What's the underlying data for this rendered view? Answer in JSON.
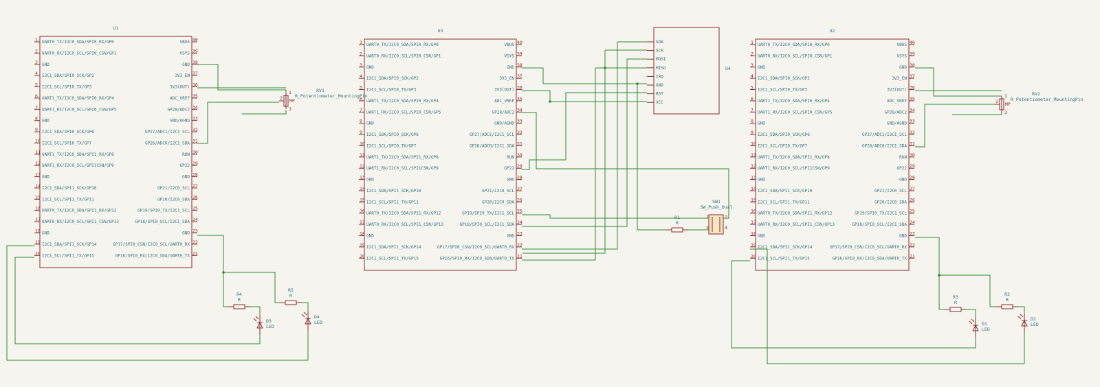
{
  "picos": [
    {
      "ref": "U1",
      "left": [
        "UART0_TX/I2C0_SDA/SPI0_RX/GP0",
        "UART0_RX/I2C0_SCL/SPI0_CSN/GP1",
        "GND",
        "I2C1_SDA/SPI0_SCK/GP2",
        "I2C1_SCL/SPI0_TX/GP3",
        "UART1_TX/I2C0_SDA/SPI0_RX/GP4",
        "UART1_RX/I2C0_SCL/SPI0_CSN/GP5",
        "GND",
        "I2C1_SDA/SPI0_SCK/GP6",
        "I2C1_SCL/SPI0_TX/GP7",
        "UART1_TX/I2C0_SDA/SPI1_RX/GP8",
        "UART1_RX/I2C0_SCL/SPI1CSN/GP9",
        "GND",
        "I2C1_SDA/SPI1_SCK/GP10",
        "I2C1_SCL/SPI1_TX/GP11",
        "UART0_TX/I2C0_SDA/SPI1_RX/GP12",
        "UART0_RX/I2C0_SCL/SPI1_CSN/GP13",
        "GND",
        "I2C1_SDA/SPI1_SCK/GP14",
        "I2C1_SCL/SPI1_TX/GP15"
      ],
      "right": [
        "VBUS",
        "VSYS",
        "GND",
        "3V3_EN",
        "3V3(OUT)",
        "ADC_VREF",
        "GP28/ADC2",
        "GND/AGND",
        "GP27/ADC1/I2C1_SCL",
        "GP26/ADC0/I2C1_SDA",
        "RUN",
        "GP22",
        "GND",
        "GP21/I2C0_SCL",
        "GP20/I2C0_SDA",
        "GP19/SPI0_TX/I2C1_SCL",
        "GP18/SPI0_SCL/I2C1_SDA",
        "GND",
        "GP17/SPI0_CSN/I2C0_SCL/UART0_RX",
        "GP16/SPI0_RX/I2C0_SDA/UART0_TX"
      ]
    },
    {
      "ref": "U3",
      "left": [
        "UART0_TX/I2C0_SDA/SPI0_RX/GP0",
        "UART0_RX/I2C0_SCL/SPI0_CSN/GP1",
        "GND",
        "I2C1_SDA/SPI0_SCK/GP2",
        "I2C1_SCL/SPI0_TX/GP3",
        "UART1_TX/I2C0_SDA/SPI0_RX/GP4",
        "UART1_RX/I2C0_SCL/SPI0_CSN/GP5",
        "GND",
        "I2C1_SDA/SPI0_SCK/GP6",
        "I2C1_SCL/SPI0_TX/GP7",
        "UART1_TX/I2C0_SDA/SPI1_RX/GP8",
        "UART1_RX/I2C0_SCL/SPI1CSN/GP9",
        "GND",
        "I2C1_SDA/SPI1_SCK/GP10",
        "I2C1_SCL/SPI1_TX/GP11",
        "UART0_TX/I2C0_SDA/SPI1_RX/GP12",
        "UART0_RX/I2C0_SCL/SPI1_CSN/GP13",
        "GND",
        "I2C1_SDA/SPI1_SCK/GP14",
        "I2C1_SCL/SPI1_TX/GP15"
      ],
      "right": [
        "VBUS",
        "VSYS",
        "GND",
        "3V3_EN",
        "3V3(OUT)",
        "ADC_VREF",
        "GP28/ADC2",
        "GND/AGND",
        "GP27/ADC1/I2C1_SCL",
        "GP26/ADC0/I2C1_SDA",
        "RUN",
        "GP22",
        "GND",
        "GP21/I2C0_SCL",
        "GP20/I2C0_SDA",
        "GP19/SPI0_TX/I2C1_SCL",
        "GP18/SPI0_SCL/I2C1_SDA",
        "GND",
        "GP17/SPI0_CSN/I2C0_SCL/UART0_RX",
        "GP16/SPI0_RX/I2C0_SDA/UART0_TX"
      ]
    },
    {
      "ref": "U2",
      "left": [
        "UART0_TX/I2C0_SDA/SPI0_RX/GP0",
        "UART0_RX/I2C0_SCL/SPI0_CSN/GP1",
        "GND",
        "I2C1_SDA/SPI0_SCK/GP2",
        "I2C1_SCL/SPI0_TX/GP3",
        "UART1_TX/I2C0_SDA/SPI0_RX/GP4",
        "UART1_RX/I2C0_SCL/SPI0_CSN/GP5",
        "GND",
        "I2C1_SDA/SPI0_SCK/GP6",
        "I2C1_SCL/SPI0_TX/GP7",
        "UART1_TX/I2C0_SDA/SPI1_RX/GP8",
        "UART1_RX/I2C0_SCL/SPI1CSN/GP9",
        "GND",
        "I2C1_SDA/SPI1_SCK/GP10",
        "I2C1_SCL/SPI1_TX/GP11",
        "UART0_TX/I2C0_SDA/SPI1_RX/GP12",
        "UART0_RX/I2C0_SCL/SPI1_CSN/GP13",
        "GND",
        "I2C1_SDA/SPI1_SCK/GP14",
        "I2C1_SCL/SPI1_TX/GP15"
      ],
      "right": [
        "VBUS",
        "VSYS",
        "GND",
        "3V3_EN",
        "3V3(OUT)",
        "ADC_VREF",
        "GP28/ADC2",
        "GND/AGND",
        "GP27/ADC1/I2C1_SCL",
        "GP26/ADC0/I2C1_SDA",
        "RUN",
        "GP22",
        "GND",
        "GP21/I2C0_SCL",
        "GP20/I2C0_SDA",
        "GP19/SPI0_TX/I2C1_SCL",
        "GP18/SPI0_SCL/I2C1_SDA",
        "GND",
        "GP17/SPI0_CSN/I2C0_SCL/UART0_RX",
        "GP16/SPI0_RX/I2C0_SDA/UART0_TX"
      ]
    }
  ],
  "u4": {
    "ref": "U4",
    "pins": [
      "SDA",
      "SCK",
      "MOSI",
      "MISO",
      "IRQ",
      "GND",
      "RST",
      "VCC"
    ]
  },
  "rv1": {
    "ref": "RV1",
    "value": "R_Potentiometer_MountingPin"
  },
  "rv2": {
    "ref": "RV2",
    "value": "R_Potentiometer_MountingPin"
  },
  "sw1": {
    "ref": "SW1",
    "value": "SW_Push_Dual"
  },
  "pot_pins": [
    "1",
    "2",
    "3",
    "MP"
  ],
  "resistors": [
    {
      "ref": "R4",
      "value": "R"
    },
    {
      "ref": "R5",
      "value": "R"
    },
    {
      "ref": "R1",
      "value": "R"
    },
    {
      "ref": "R3",
      "value": "R"
    },
    {
      "ref": "R2",
      "value": "R"
    }
  ],
  "leds": [
    {
      "ref": "D3",
      "value": "LED"
    },
    {
      "ref": "D4",
      "value": "LED"
    },
    {
      "ref": "D1",
      "value": "LED"
    },
    {
      "ref": "D2",
      "value": "LED"
    }
  ],
  "colors": {
    "symbol": "#8b2a2a",
    "wire": "#2f8a2f",
    "text": "#2e6f7a",
    "background": "#f5f4ef"
  }
}
